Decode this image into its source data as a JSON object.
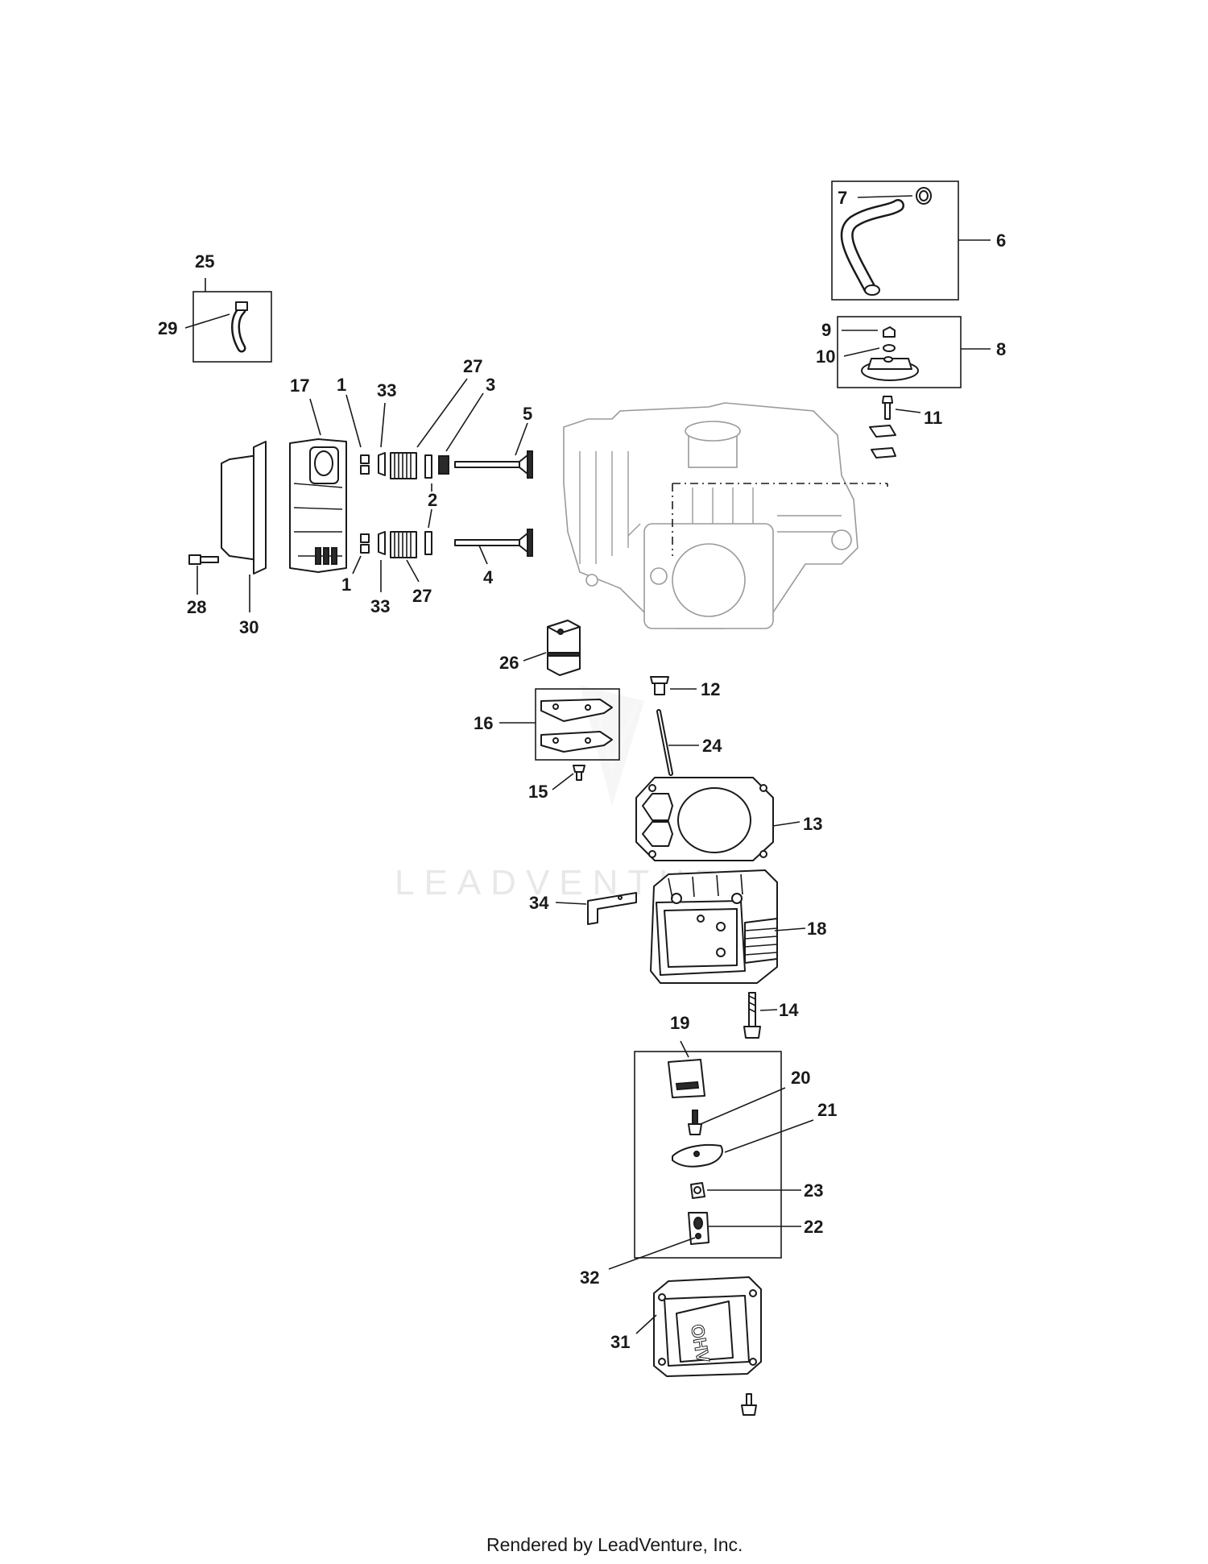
{
  "watermark": {
    "text": "LEADVENTURE"
  },
  "footer": {
    "text": "Rendered by LeadVenture, Inc."
  },
  "cover_embossing": "OHV",
  "callouts": {
    "c1a": "1",
    "c1b": "1",
    "c2": "2",
    "c3": "3",
    "c4": "4",
    "c5": "5",
    "c6": "6",
    "c7": "7",
    "c8": "8",
    "c9": "9",
    "c10": "10",
    "c11": "11",
    "c12": "12",
    "c13": "13",
    "c14": "14",
    "c15": "15",
    "c16": "16",
    "c17": "17",
    "c18": "18",
    "c19": "19",
    "c20": "20",
    "c21": "21",
    "c22": "22",
    "c23": "23",
    "c24": "24",
    "c25": "25",
    "c26": "26",
    "c27a": "27",
    "c27b": "27",
    "c28": "28",
    "c29": "29",
    "c30": "30",
    "c31": "31",
    "c32": "32",
    "c33a": "33",
    "c33b": "33",
    "c34": "34"
  }
}
